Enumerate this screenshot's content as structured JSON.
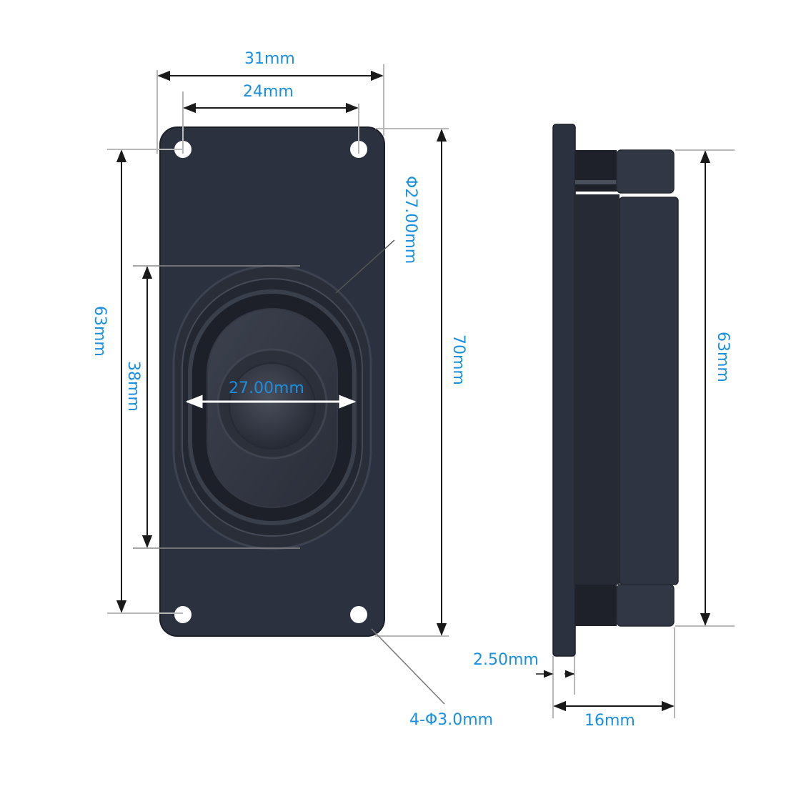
{
  "diagram": {
    "title": "Speaker dimension drawing",
    "colors": {
      "label": "#1a8fe0",
      "body": "#2c3140",
      "body_dark": "#1f232e",
      "dimension_line": "#1a1a1a",
      "extension_line": "#b8b8b8",
      "background": "#ffffff"
    },
    "front_view": {
      "dimensions": {
        "overall_width": "31mm",
        "hole_spacing_width": "24mm",
        "hole_spacing_height": "63mm",
        "cone_height": "38mm",
        "cone_width": "27.00mm",
        "cone_diameter": "Φ27.00mm",
        "overall_height": "70mm",
        "mounting_holes": "4-Φ3.0mm"
      }
    },
    "side_view": {
      "dimensions": {
        "body_height": "63mm",
        "flange_thickness": "2.50mm",
        "overall_depth": "16mm"
      }
    }
  }
}
